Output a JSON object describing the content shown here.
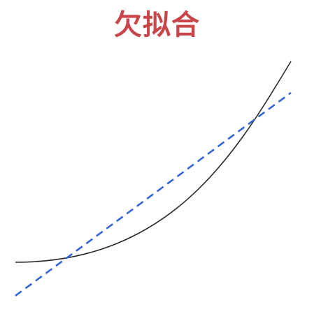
{
  "title": "欠拟合",
  "colors": {
    "title": "#c8464a",
    "curve": "#2a2a2a",
    "fit_line": "#3564d4",
    "background": "#ffffff"
  },
  "diagram": {
    "type": "underfitting-illustration",
    "curve_style": "solid",
    "fit_line_style": "dashed"
  }
}
